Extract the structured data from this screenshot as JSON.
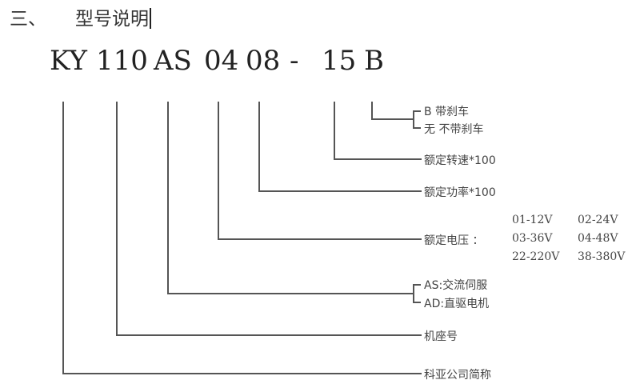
{
  "heading": {
    "number": "三、",
    "title": "型号说明"
  },
  "model_code": {
    "parts": [
      "KY",
      "110",
      "AS",
      "04",
      "08",
      "-",
      "15",
      "B"
    ]
  },
  "legend": {
    "brake": {
      "option_b": "B  带刹车",
      "option_none": "无 不带刹车"
    },
    "speed": "额定转速*100",
    "power": "额定功率*100",
    "voltage": {
      "label": "额定电压 ：",
      "options": [
        "01-12V",
        "02-24V",
        "03-36V",
        "04-48V",
        "22-220V",
        "38-380V"
      ]
    },
    "motor_type": {
      "as": "AS:交流伺服",
      "ad": "AD:直驱电机"
    },
    "frame": "机座号",
    "company": "科亚公司简称"
  }
}
